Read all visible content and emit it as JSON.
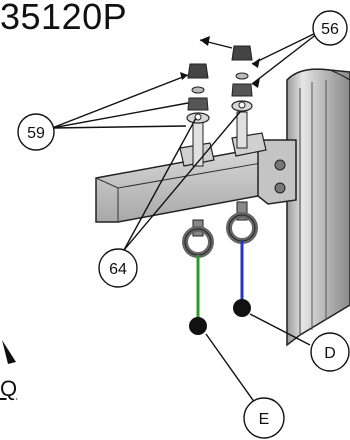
{
  "diagram": {
    "part_number": "35120P",
    "partial_label": "Q",
    "balloons": [
      {
        "id": "59",
        "label": "59"
      },
      {
        "id": "56",
        "label": "56"
      },
      {
        "id": "64",
        "label": "64"
      },
      {
        "id": "D",
        "label": "D"
      },
      {
        "id": "E",
        "label": "E"
      }
    ],
    "colors": {
      "line_green": "#2e9a2e",
      "line_blue": "#2233cc",
      "metal": "#b8b8b8",
      "outline": "#222222"
    }
  }
}
